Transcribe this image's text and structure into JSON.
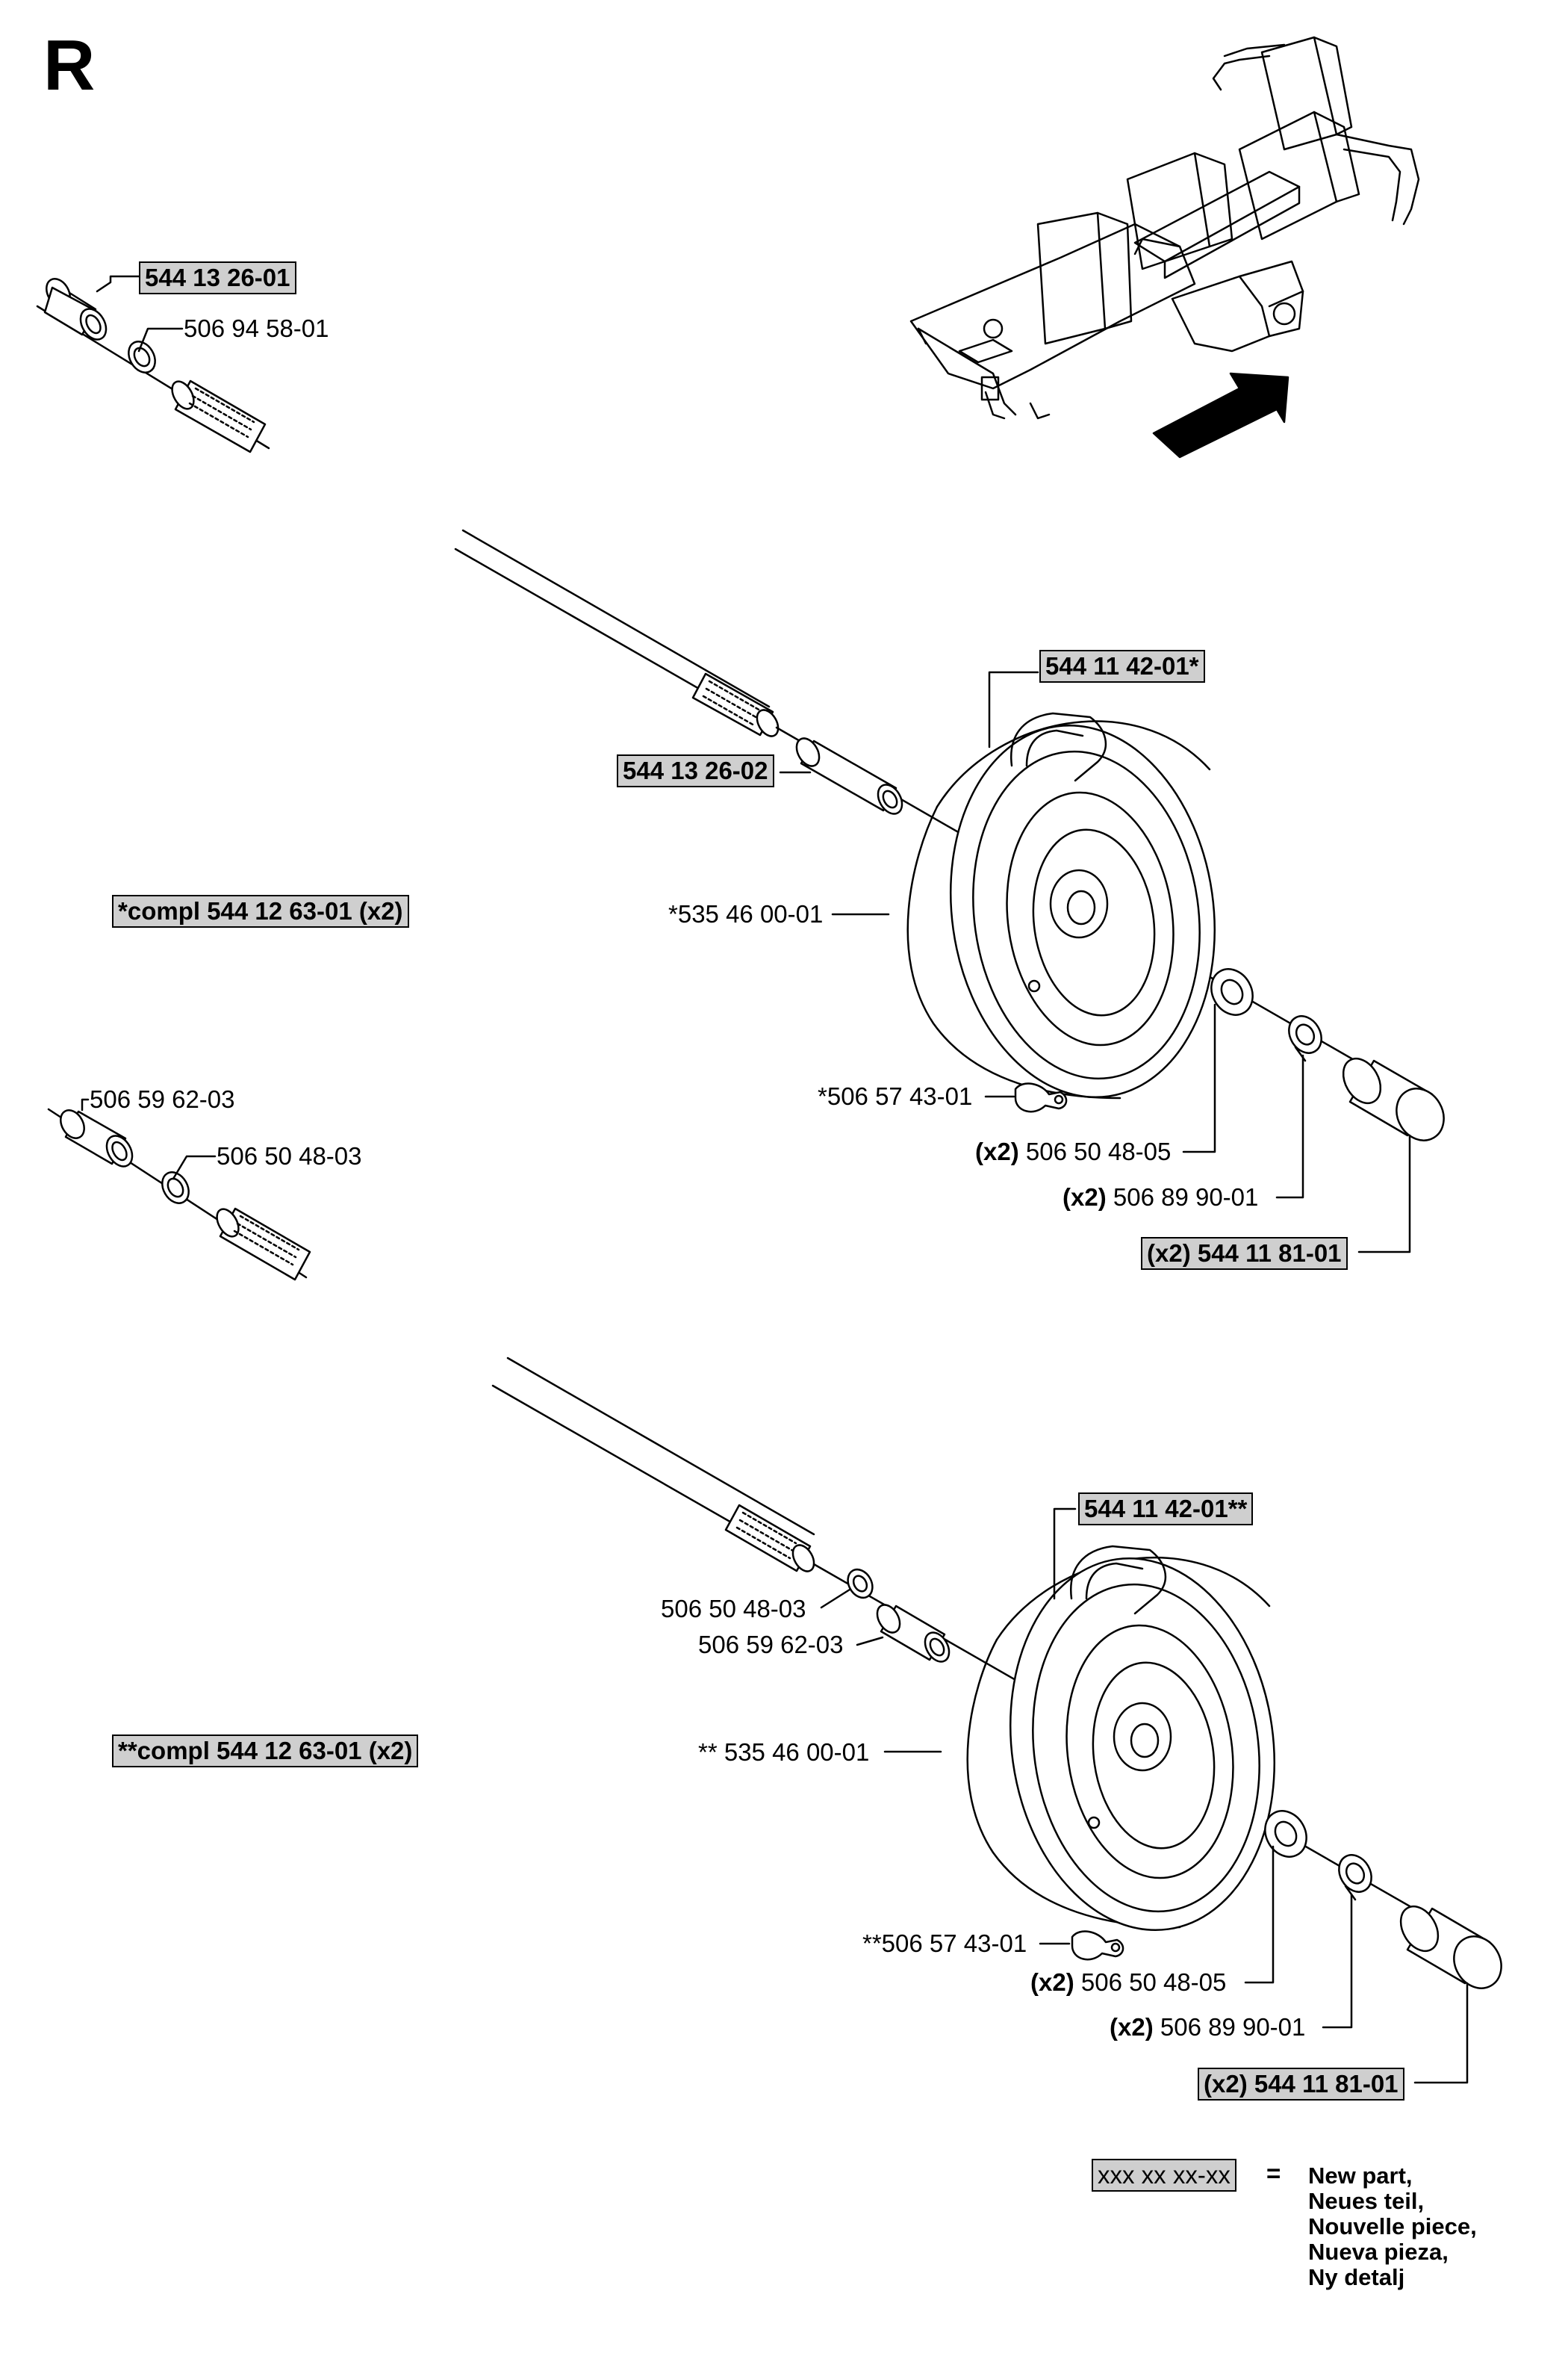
{
  "section_letter": "R",
  "labels": {
    "top_bushing": "544 13 26-01",
    "top_washer": "506 94 58-01",
    "wheel1_new": "544 11 42-01*",
    "wheel1_spacer": "544 13 26-02",
    "compl1": "*compl 544 12 63-01 (x2)",
    "wheel1_rim": "*535 46 00-01",
    "wheel1_valve": "*506 57 43-01",
    "wheel1_washer_qty": "(x2)",
    "wheel1_washer": "506 50 48-05",
    "wheel1_clip_qty": "(x2)",
    "wheel1_clip": "506 89 90-01",
    "wheel1_cap": "(x2) 544 11 81-01",
    "mid_bushing": "506 59 62-03",
    "mid_washer": "506 50 48-03",
    "wheel2_new": "544 11 42-01**",
    "wheel2_washer_in": "506 50 48-03",
    "wheel2_bushing": "506 59 62-03",
    "compl2": "**compl 544 12 63-01 (x2)",
    "wheel2_rim": "** 535 46 00-01",
    "wheel2_valve": "**506 57 43-01",
    "wheel2_washer_qty": "(x2)",
    "wheel2_washer": "506 50 48-05",
    "wheel2_clip_qty": "(x2)",
    "wheel2_clip": "506 89 90-01",
    "wheel2_cap": "(x2) 544 11 81-01"
  },
  "legend": {
    "placeholder": "xxx xx xx-xx",
    "equals": "=",
    "lines": [
      "New part,",
      "Neues teil,",
      "Nouvelle piece,",
      "Nueva pieza,",
      "Ny detalj"
    ]
  }
}
